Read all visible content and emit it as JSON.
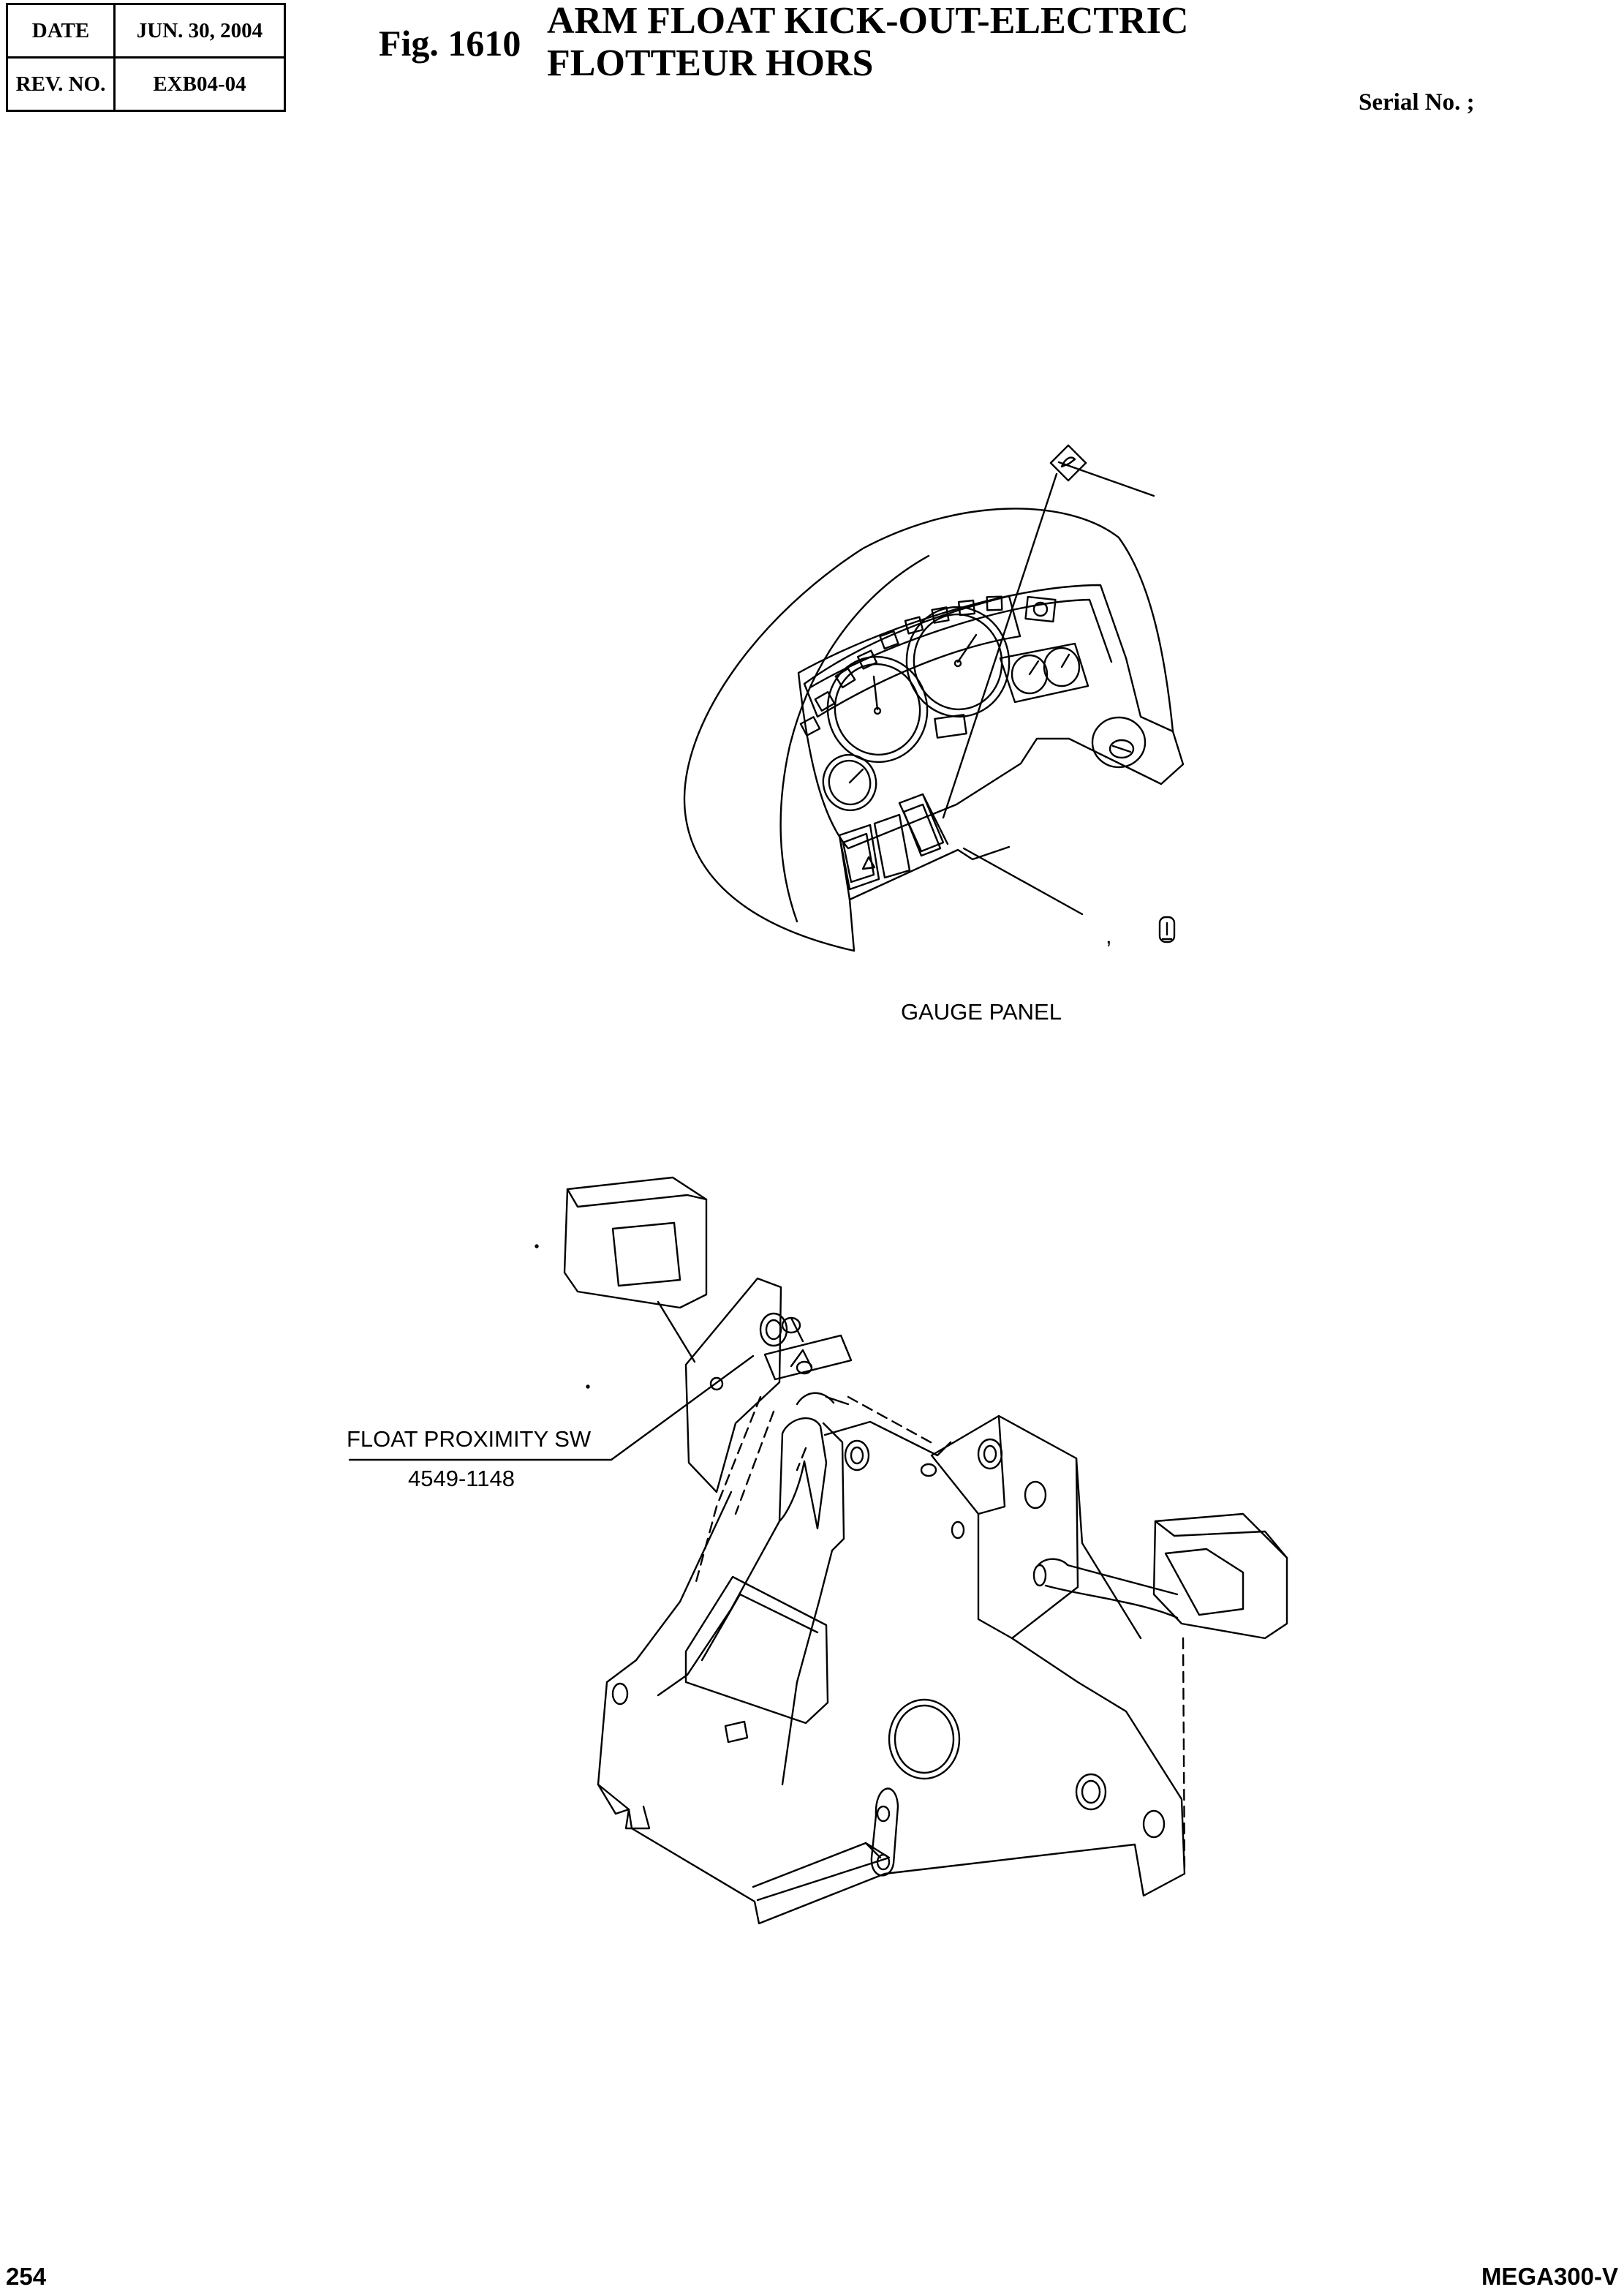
{
  "header": {
    "date_label": "DATE",
    "date_value": "JUN. 30, 2004",
    "rev_label": "REV. NO.",
    "rev_value": "EXB04-04",
    "fig_number": "Fig. 1610",
    "title_line1": "ARM FLOAT KICK-OUT-ELECTRIC",
    "title_line2": "FLOTTEUR HORS",
    "serial": "Serial No. ;"
  },
  "gauge_panel": {
    "caption": "GAUGE PANEL",
    "callout_mark": ","
  },
  "frame": {
    "part_label": "FLOAT PROXIMITY SW",
    "part_number": "4549-1148"
  },
  "footer": {
    "page_number": "254",
    "model": "MEGA300-V"
  }
}
